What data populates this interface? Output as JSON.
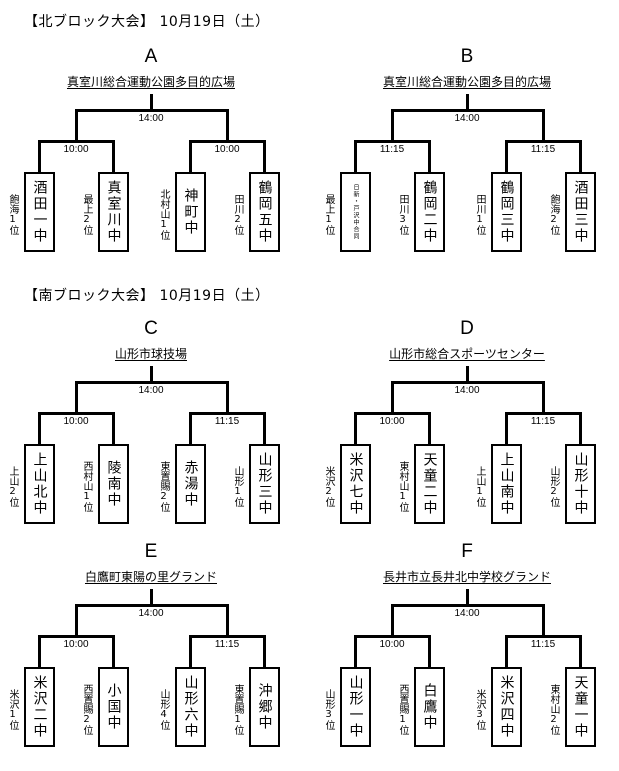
{
  "sections": [
    {
      "title": "【北ブロック大会】 10月19日（土）",
      "brackets": [
        {
          "letter": "A",
          "venue": "真室川総合運動公園多目的広場",
          "final_time": "14:00",
          "matches": [
            {
              "time": "10:00",
              "teams": [
                {
                  "name": "酒田一中",
                  "seed": "飽海1位"
                },
                {
                  "name": "真室川中",
                  "seed": "最上2位"
                }
              ]
            },
            {
              "time": "10:00",
              "teams": [
                {
                  "name": "神町中",
                  "seed": "北村山1位"
                },
                {
                  "name": "鶴岡五中",
                  "seed": "田川2位"
                }
              ]
            }
          ]
        },
        {
          "letter": "B",
          "venue": "真室川総合運動公園多目的広場",
          "final_time": "14:00",
          "matches": [
            {
              "time": "11:15",
              "teams": [
                {
                  "name": "日新・戸沢中合同",
                  "seed": "最上1位",
                  "small": true
                },
                {
                  "name": "鶴岡二中",
                  "seed": "田川3位"
                }
              ]
            },
            {
              "time": "11:15",
              "teams": [
                {
                  "name": "鶴岡三中",
                  "seed": "田川1位"
                },
                {
                  "name": "酒田三中",
                  "seed": "飽海2位"
                }
              ]
            }
          ]
        }
      ]
    },
    {
      "title": "【南ブロック大会】 10月19日（土）",
      "brackets": [
        {
          "letter": "C",
          "venue": "山形市球技場",
          "final_time": "14:00",
          "matches": [
            {
              "time": "10:00",
              "teams": [
                {
                  "name": "上山北中",
                  "seed": "上山2位"
                },
                {
                  "name": "陵南中",
                  "seed": "西村山1位"
                }
              ]
            },
            {
              "time": "11:15",
              "teams": [
                {
                  "name": "赤湯中",
                  "seed": "東置賜2位"
                },
                {
                  "name": "山形三中",
                  "seed": "山形1位"
                }
              ]
            }
          ]
        },
        {
          "letter": "D",
          "venue": "山形市総合スポーツセンター",
          "final_time": "14:00",
          "matches": [
            {
              "time": "10:00",
              "teams": [
                {
                  "name": "米沢七中",
                  "seed": "米沢2位"
                },
                {
                  "name": "天童二中",
                  "seed": "東村山1位"
                }
              ]
            },
            {
              "time": "11:15",
              "teams": [
                {
                  "name": "上山南中",
                  "seed": "上山1位"
                },
                {
                  "name": "山形十中",
                  "seed": "山形2位"
                }
              ]
            }
          ]
        },
        {
          "letter": "E",
          "venue": "白鷹町東陽の里グランド",
          "final_time": "14:00",
          "matches": [
            {
              "time": "10:00",
              "teams": [
                {
                  "name": "米沢二中",
                  "seed": "米沢1位"
                },
                {
                  "name": "小国中",
                  "seed": "西置賜2位"
                }
              ]
            },
            {
              "time": "11:15",
              "teams": [
                {
                  "name": "山形六中",
                  "seed": "山形4位"
                },
                {
                  "name": "沖郷中",
                  "seed": "東置賜1位"
                }
              ]
            }
          ]
        },
        {
          "letter": "F",
          "venue": "長井市立長井北中学校グランド",
          "final_time": "14:00",
          "matches": [
            {
              "time": "10:00",
              "teams": [
                {
                  "name": "山形一中",
                  "seed": "山形3位"
                },
                {
                  "name": "白鷹中",
                  "seed": "西置賜1位"
                }
              ]
            },
            {
              "time": "11:15",
              "teams": [
                {
                  "name": "米沢四中",
                  "seed": "米沢3位"
                },
                {
                  "name": "天童一中",
                  "seed": "東村山2位"
                }
              ]
            }
          ]
        }
      ]
    }
  ]
}
